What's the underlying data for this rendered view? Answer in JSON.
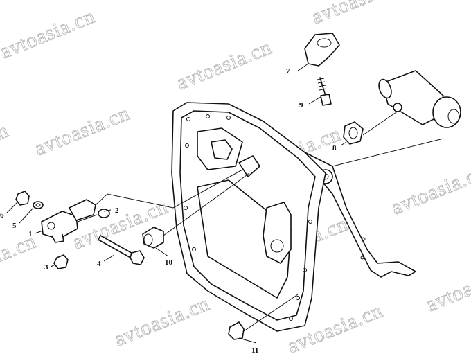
{
  "watermark": "avtoasia.cn",
  "callouts": [
    "1",
    "2",
    "3",
    "4",
    "5",
    "6",
    "7",
    "8",
    "9",
    "10",
    "11"
  ]
}
